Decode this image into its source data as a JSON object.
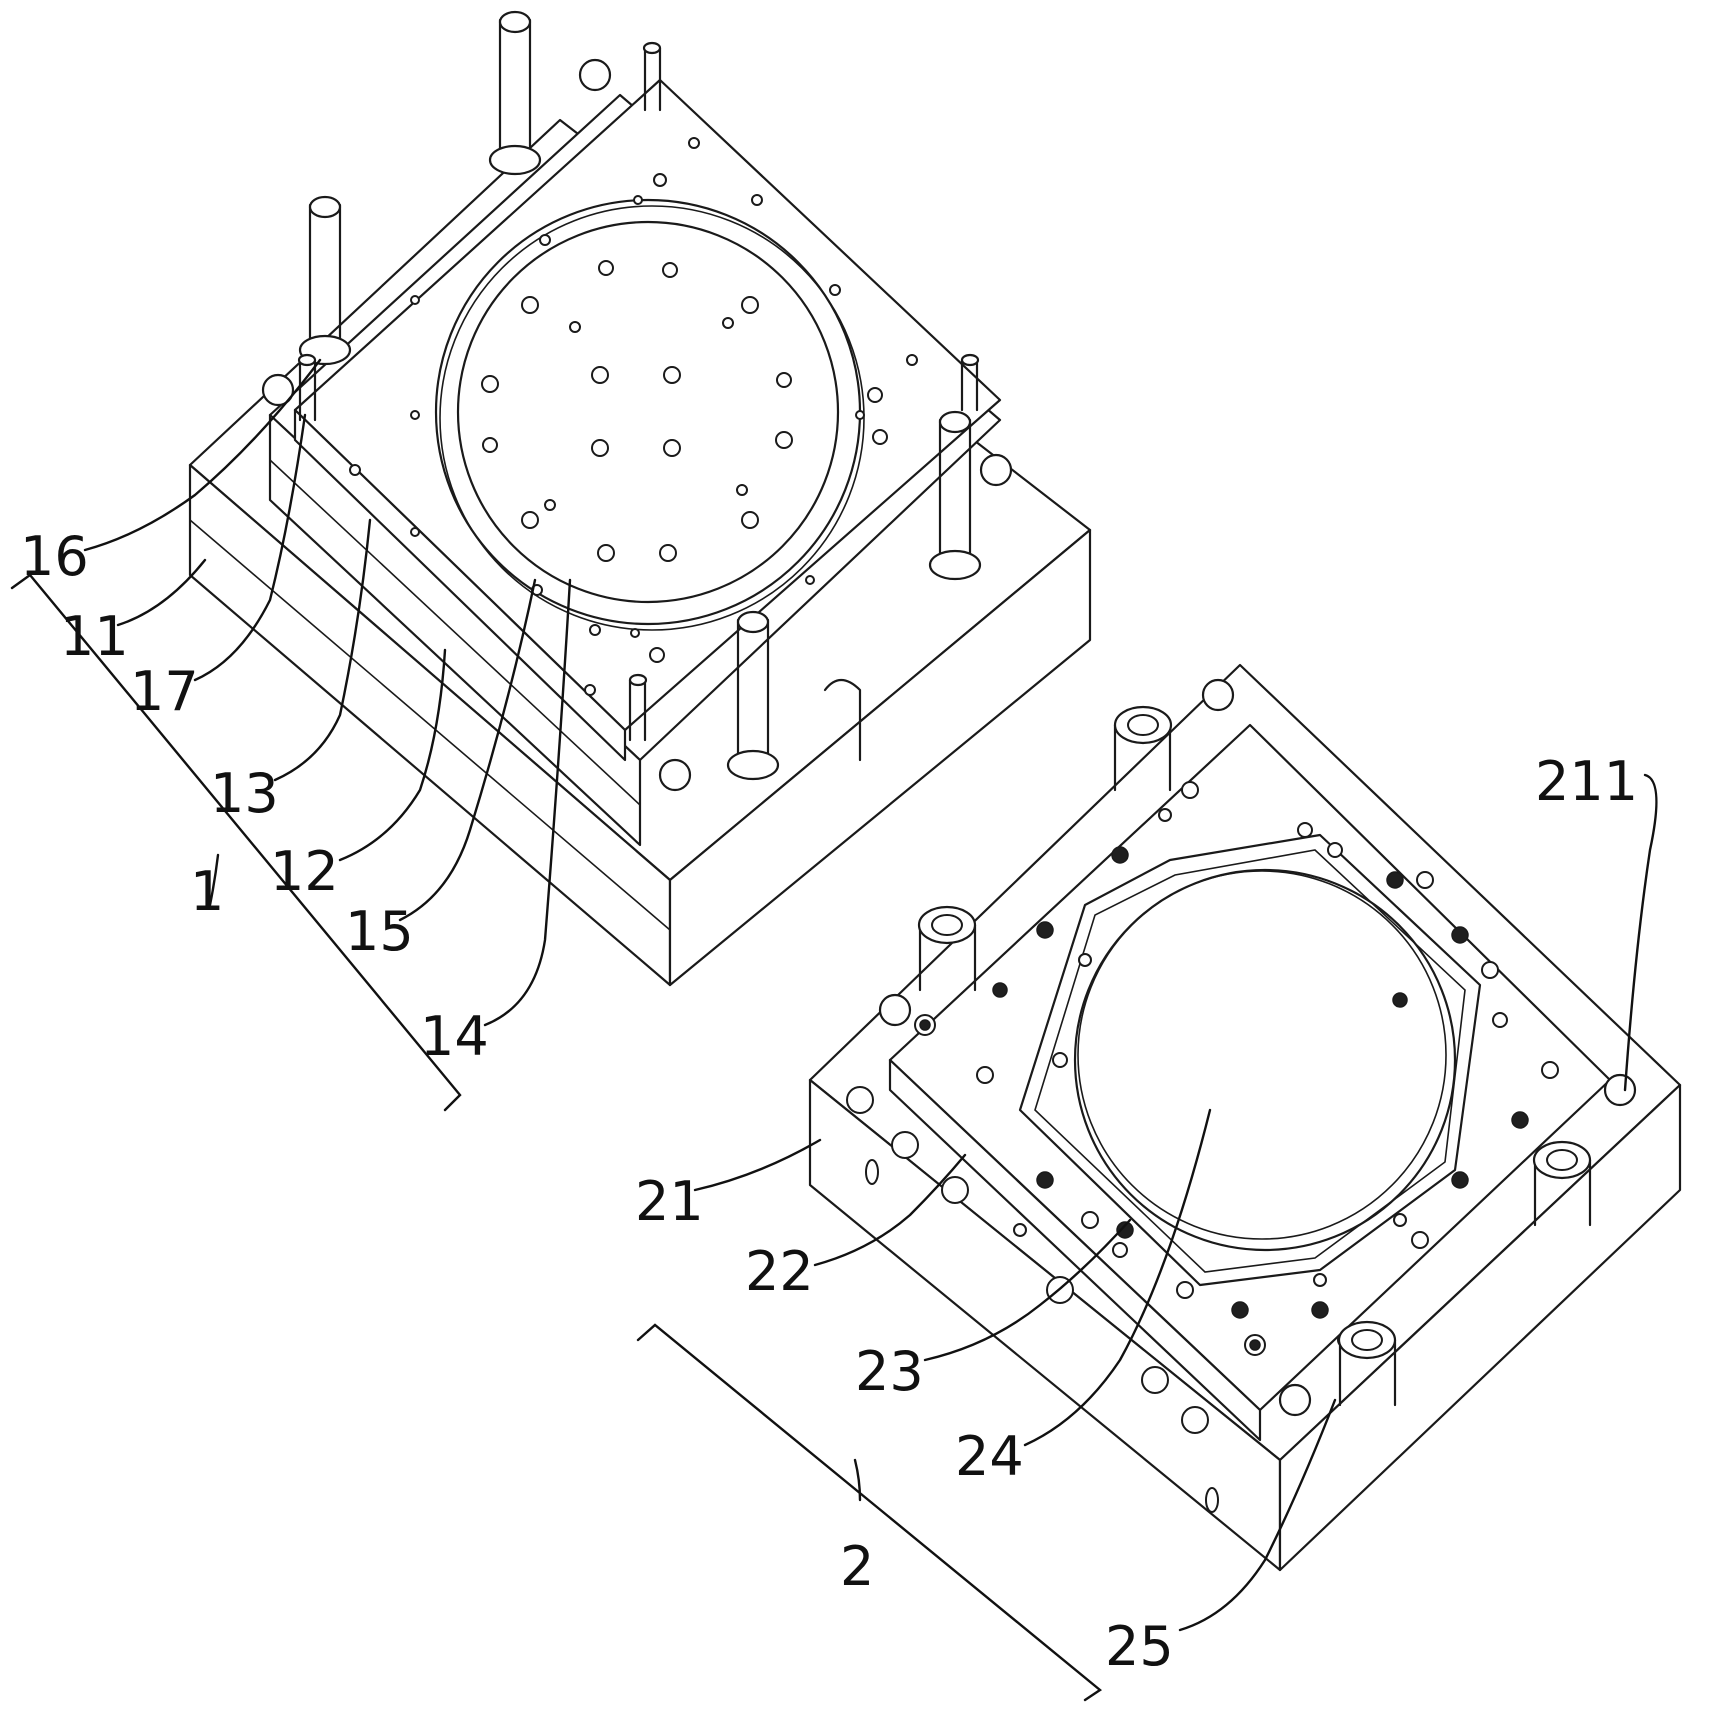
{
  "labels": {
    "mold_upper": "1",
    "part_11": "11",
    "part_12": "12",
    "part_13": "13",
    "part_14": "14",
    "part_15": "15",
    "part_16": "16",
    "part_17": "17",
    "mold_lower": "2",
    "part_21": "21",
    "part_22": "22",
    "part_23": "23",
    "part_24": "24",
    "part_25": "25",
    "part_211": "211"
  },
  "colors": {
    "line": "#1a1a1a",
    "background": "#ffffff"
  }
}
